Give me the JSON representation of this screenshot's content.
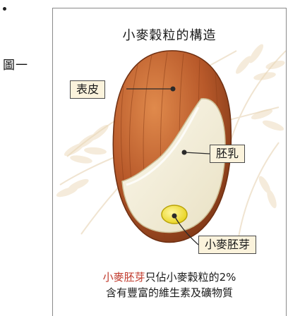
{
  "figure_label": "圖一",
  "figure": {
    "title": "小麥穀粒的構造",
    "callouts": {
      "bran": "表皮",
      "endosperm": "胚乳",
      "germ": "小麥胚芽"
    },
    "caption": {
      "line1_highlight": "小麥胚芽",
      "line1_rest": "只佔小麥穀粒的2%",
      "line2": "含有豐富的維生素及礦物質"
    }
  },
  "colors": {
    "bran": "#b8592a",
    "endosperm": "#f6f1dd",
    "germ": "#f3e02a",
    "highlight": "#c0392b",
    "callout_bg": "#fbf3dc"
  }
}
